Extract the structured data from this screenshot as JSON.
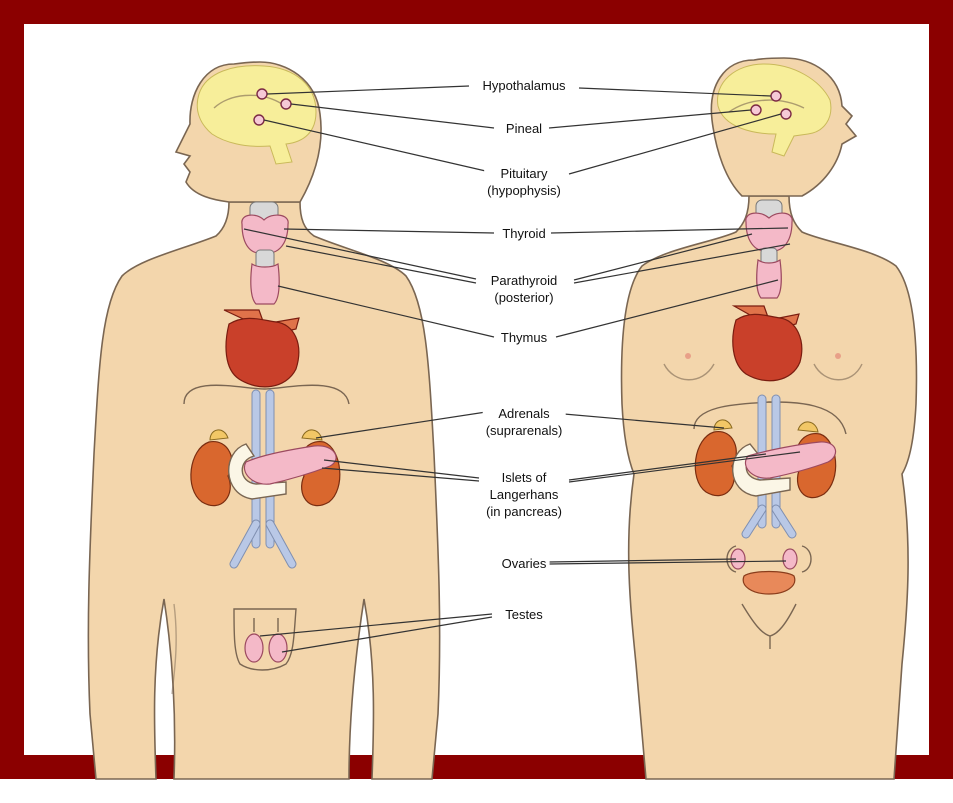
{
  "labels": {
    "hypothalamus": "Hypothalamus",
    "pineal": "Pineal",
    "pituitary_1": "Pituitary",
    "pituitary_2": "(hypophysis)",
    "thyroid": "Thyroid",
    "parathyroid_1": "Parathyroid",
    "parathyroid_2": "(posterior)",
    "thymus": "Thymus",
    "adrenals_1": "Adrenals",
    "adrenals_2": "(suprarenals)",
    "islets_1": "Islets of",
    "islets_2": "Langerhans",
    "islets_3": "(in pancreas)",
    "ovaries": "Ovaries",
    "testes": "Testes"
  },
  "colors": {
    "frame": "#8b0000",
    "skin": "#f3d6ac",
    "skin_outline": "#7a6652",
    "brain": "#f7ee9a",
    "gland": "#f4b9c8",
    "heart": "#c9402a",
    "kidney": "#d9672e",
    "vessel": "#b9c8e6",
    "leader": "#333333"
  }
}
